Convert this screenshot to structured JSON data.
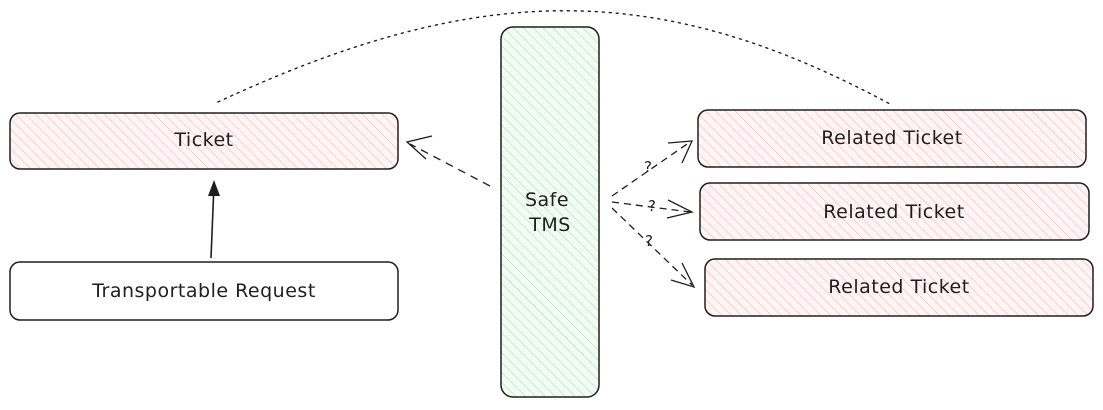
{
  "colors": {
    "stroke": "#1e1e1e",
    "ticket_fill": "#ffc9c9",
    "tms_fill": "#b2f2bb",
    "request_fill": "#ffffff"
  },
  "nodes": {
    "ticket": {
      "label": "Ticket"
    },
    "transportable_request": {
      "label": "Transportable Request"
    },
    "safe_tms": {
      "line1": "Safe",
      "line2": "TMS"
    },
    "related_tickets": [
      {
        "label": "Related Ticket"
      },
      {
        "label": "Related Ticket"
      },
      {
        "label": "Related Ticket"
      }
    ]
  },
  "edges": {
    "related_labels": [
      "?",
      "?",
      "?"
    ]
  }
}
